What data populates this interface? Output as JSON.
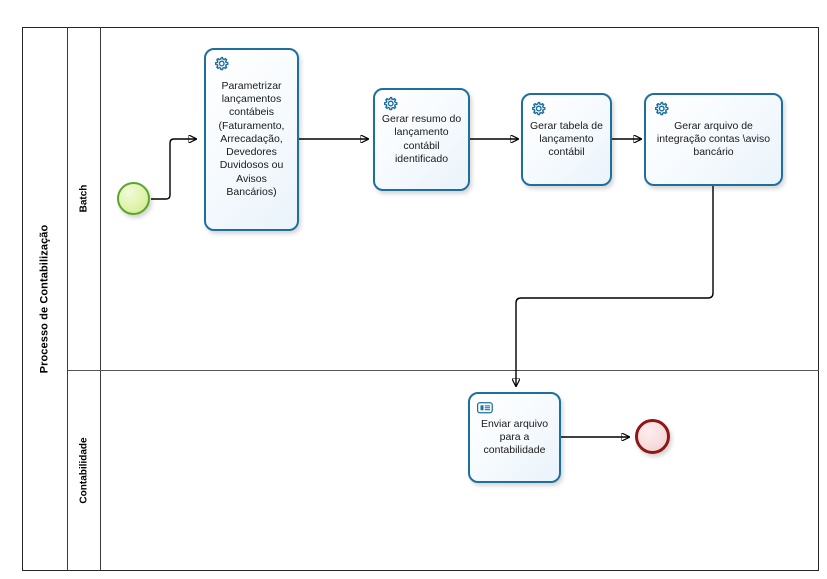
{
  "diagram": {
    "type": "bpmn-process",
    "pool": {
      "label": "Processo de Contabilização"
    },
    "lanes": [
      {
        "id": "batch",
        "label": "Batch"
      },
      {
        "id": "contabilidade",
        "label": "Contabilidade"
      }
    ],
    "events": [
      {
        "id": "start",
        "kind": "start-event",
        "lane": "batch",
        "label": ""
      },
      {
        "id": "end",
        "kind": "end-event",
        "lane": "contabilidade",
        "label": ""
      }
    ],
    "tasks": [
      {
        "id": "task-1",
        "lane": "batch",
        "icon": "gear-icon",
        "label": "Parametrizar lançamentos contábeis (Faturamento, Arrecadação, Devedores Duvidosos ou Avisos Bancários)"
      },
      {
        "id": "task-2",
        "lane": "batch",
        "icon": "gear-icon",
        "label": "Gerar resumo do lançamento contábil identificado"
      },
      {
        "id": "task-3",
        "lane": "batch",
        "icon": "gear-icon",
        "label": "Gerar tabela de lançamento contábil"
      },
      {
        "id": "task-4",
        "lane": "batch",
        "icon": "gear-icon",
        "label": "Gerar arquivo de integração contas \\aviso bancário"
      },
      {
        "id": "task-5",
        "lane": "contabilidade",
        "icon": "document-send-icon",
        "label": "Enviar arquivo para a contabilidade"
      }
    ],
    "flows": [
      {
        "id": "flow-1",
        "from": "start",
        "to": "task-1",
        "label": ""
      },
      {
        "id": "flow-2",
        "from": "task-1",
        "to": "task-2",
        "label": ""
      },
      {
        "id": "flow-3",
        "from": "task-2",
        "to": "task-3",
        "label": ""
      },
      {
        "id": "flow-4",
        "from": "task-3",
        "to": "task-4",
        "label": ""
      },
      {
        "id": "flow-5",
        "from": "task-4",
        "to": "task-5",
        "label": ""
      },
      {
        "id": "flow-6",
        "from": "task-5",
        "to": "end",
        "label": ""
      }
    ],
    "colors": {
      "task_border": "#1f6f9e",
      "task_fill": "#f3f9fd",
      "start_event_border": "#5aa529",
      "start_event_fill": "#dff2a8",
      "end_event_border": "#8e1717",
      "end_event_fill": "#f7dcdc",
      "pool_border": "#262626",
      "connector": "#000000",
      "icon": "#1f6f9e"
    }
  }
}
